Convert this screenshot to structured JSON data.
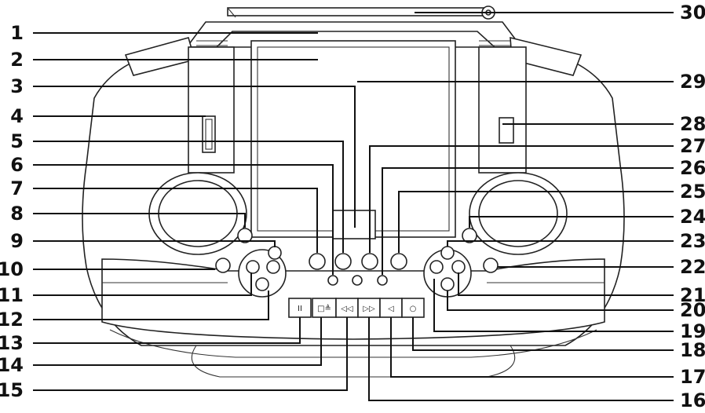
{
  "callouts_left": [
    "1",
    "2",
    "3",
    "4",
    "5",
    "6",
    "7",
    "8",
    "9",
    "10",
    "11",
    "12",
    "13",
    "14",
    "15"
  ],
  "callouts_right": [
    "30",
    "29",
    "28",
    "27",
    "26",
    "25",
    "24",
    "23",
    "22",
    "21",
    "20",
    "19",
    "18",
    "17",
    "16"
  ],
  "transport_button_glyphs": [
    "II",
    "□≜",
    "◁◁",
    "▷▷",
    "◁",
    "○"
  ]
}
